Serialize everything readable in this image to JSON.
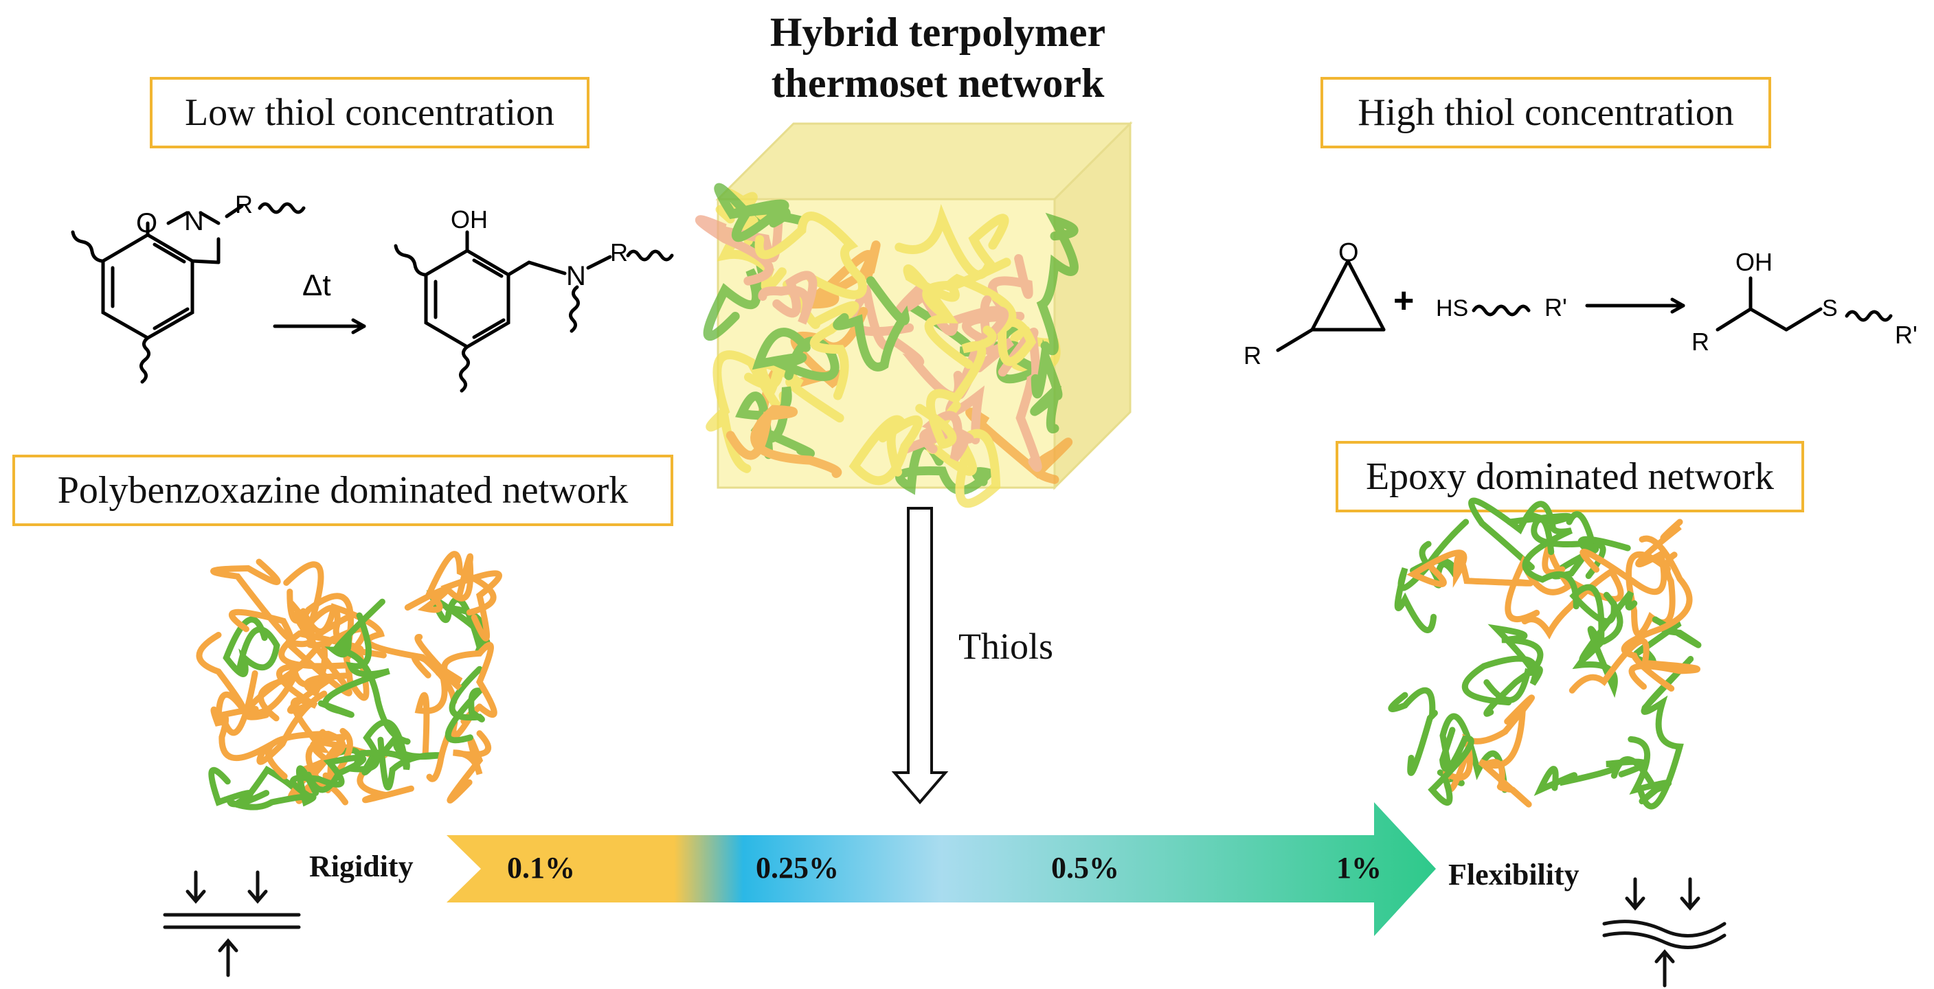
{
  "header": {
    "title_line1": "Hybrid terpolymer",
    "title_line2": "thermoset network"
  },
  "labels": {
    "low_thiol": "Low thiol concentration",
    "high_thiol": "High thiol concentration",
    "pbz_network": "Polybenzoxazine dominated network",
    "epoxy_network": "Epoxy dominated network",
    "thiols": "Thiols",
    "heat": "Δt",
    "rigidity": "Rigidity",
    "flexibility": "Flexibility"
  },
  "chem": {
    "atom_O": "O",
    "atom_N": "N",
    "atom_R": "R",
    "atom_OH": "OH",
    "atom_HS": "HS",
    "atom_Rp": "R'",
    "atom_S": "S",
    "plus": "+"
  },
  "gradient": {
    "stops": [
      "0.1%",
      "0.25%",
      "0.5%",
      "1%"
    ],
    "colors": [
      "#f9c74a",
      "#2bb8e6",
      "#a9dcef",
      "#2ec98a"
    ]
  },
  "colors": {
    "border": "#f2b632",
    "orange": "#f5a742",
    "green": "#63b53a",
    "cube": "#fbf5b8"
  }
}
